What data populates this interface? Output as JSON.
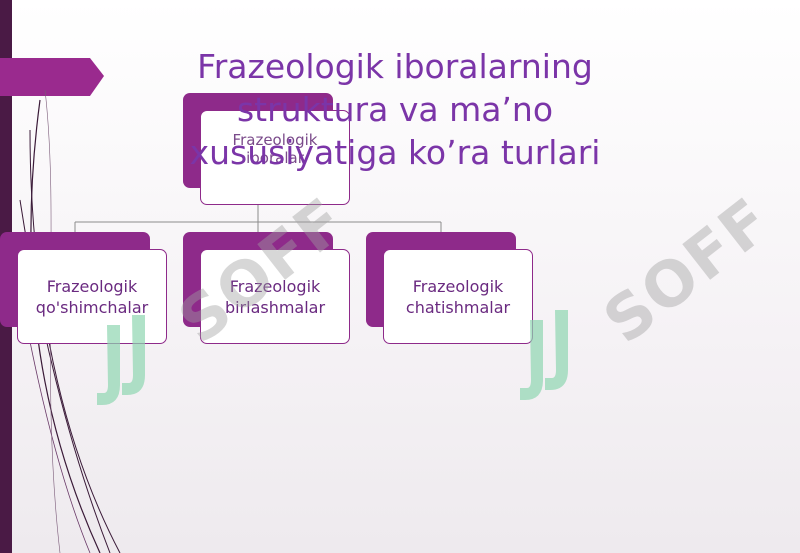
{
  "slide": {
    "title": "Frazeologik iboralarning struktura va    ma’no xususiyatiga ko’ra turlari"
  },
  "diagram": {
    "root": {
      "label": "Frazeologik\niboralar"
    },
    "children": [
      {
        "label": "Frazeologik\nqo'shimchalar"
      },
      {
        "label": "Frazeologik\nbirlashmalar"
      },
      {
        "label": "Frazeologik\nchatishmalar"
      }
    ]
  },
  "watermark": {
    "text": "SOFF"
  },
  "colors": {
    "accent": "#8e2a8a",
    "title": "#7b35a8",
    "node_text": "#6a2a80",
    "left_bar": "#4a1a45",
    "watermark_mark": "#8fd6b0"
  }
}
